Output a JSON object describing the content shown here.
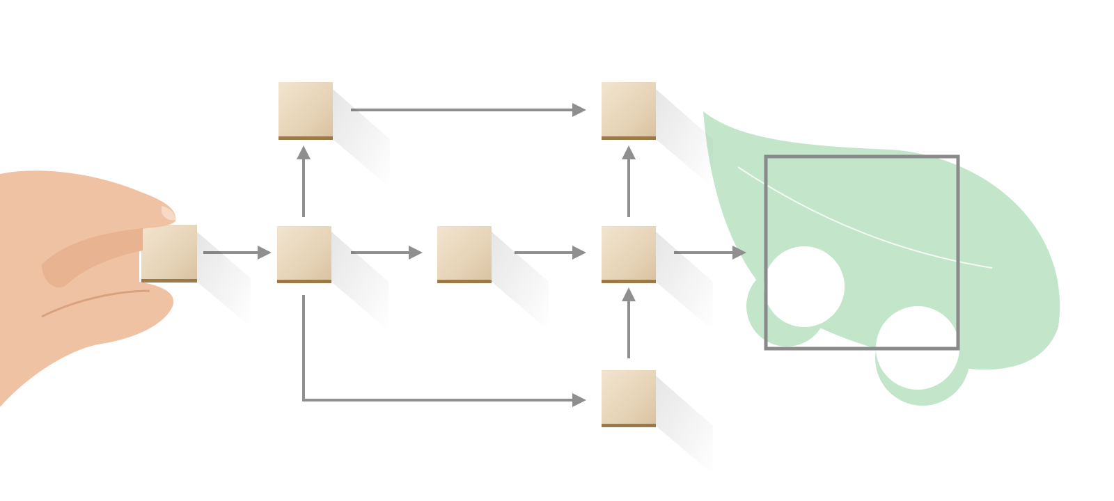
{
  "colors": {
    "background": "#ffffff",
    "arrow": "#8f8f8f",
    "block_face_light": "#ecdcc4",
    "block_face_dark": "#dcc6a6",
    "block_edge": "#9c7a48",
    "leaf": "#c3e6cb",
    "frame": "#8a8a8a",
    "skin": "#f0c2a4",
    "skin_shadow": "#d9a27f"
  },
  "diagram": {
    "nodes": [
      {
        "id": "held",
        "name": "block-held"
      },
      {
        "id": "n1",
        "name": "block-2"
      },
      {
        "id": "n2",
        "name": "block-top-left"
      },
      {
        "id": "n3",
        "name": "block-center"
      },
      {
        "id": "n4",
        "name": "block-4"
      },
      {
        "id": "n5",
        "name": "block-top-right"
      },
      {
        "id": "n6",
        "name": "block-bottom"
      }
    ],
    "edges": [
      {
        "from": "held",
        "to": "n1"
      },
      {
        "from": "n1",
        "to": "n2"
      },
      {
        "from": "n1",
        "to": "n3"
      },
      {
        "from": "n1",
        "to": "n6"
      },
      {
        "from": "n2",
        "to": "n5"
      },
      {
        "from": "n3",
        "to": "n4"
      },
      {
        "from": "n4",
        "to": "n5"
      },
      {
        "from": "n6",
        "to": "n4"
      },
      {
        "from": "n4",
        "to": "leaf-mark"
      }
    ],
    "icons": [
      "hand-icon",
      "leaf-car-icon",
      "square-frame-icon"
    ]
  }
}
